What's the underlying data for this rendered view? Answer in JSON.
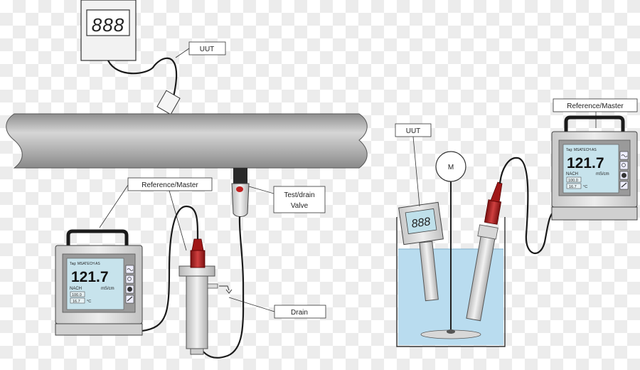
{
  "labels": {
    "uut_left": "UUT",
    "uut_right": "UUT",
    "reference_left": "Reference/Master",
    "reference_right": "Reference/Master",
    "test_drain_line1": "Test/drain",
    "test_drain_line2": "Valve",
    "drain": "Drain",
    "motor": "M"
  },
  "uut_display": {
    "value": "888"
  },
  "meters": [
    {
      "tag": "Tag: MSATECH AS",
      "value": "121.7",
      "unit_left": "NACH",
      "unit_right": "mS/cm",
      "sub1": "100.0",
      "sub2": "16.7",
      "sub2_unit": "°C"
    },
    {
      "tag": "Tag: MSATECH AS",
      "value": "121.7",
      "unit_left": "NACH",
      "unit_right": "mS/cm",
      "sub1": "100.0",
      "sub2": "16.7",
      "sub2_unit": "°C"
    }
  ],
  "colors": {
    "pipe": "#a6a6a6",
    "device_body": "#d9d9d9",
    "lcd": "#bfe0ea",
    "water": "#b9dcef",
    "probe_cap": "#b02020"
  }
}
